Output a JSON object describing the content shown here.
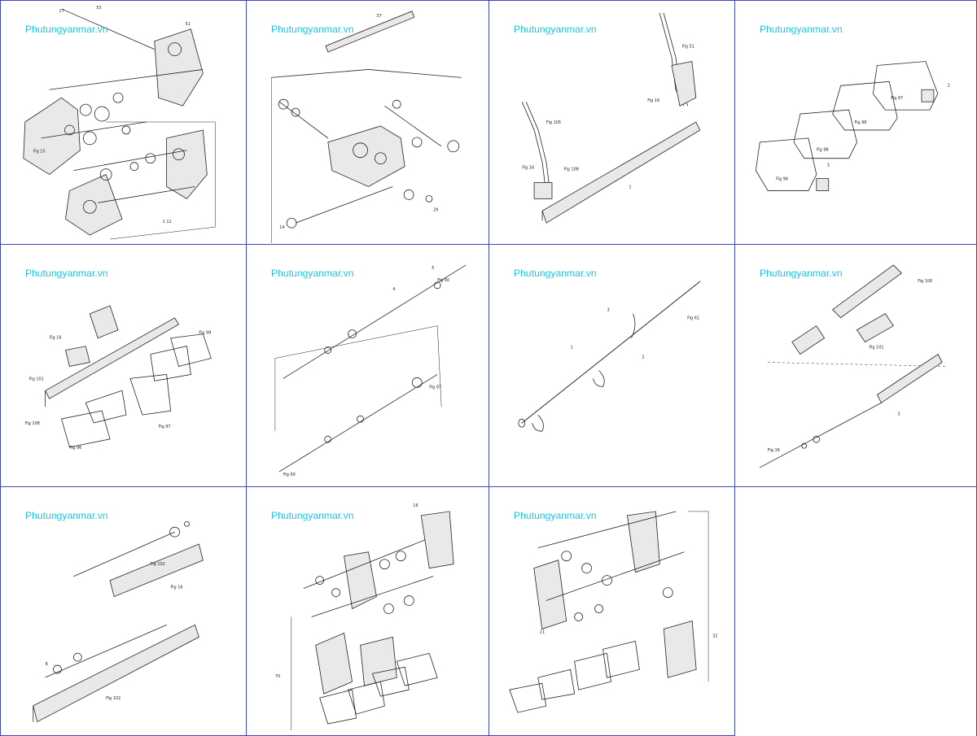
{
  "watermark": "Phutungyanmar.vn",
  "panels": [
    {
      "id": "p1",
      "watermark": "Phutungyanmar.vn"
    },
    {
      "id": "p2",
      "watermark": "Phutungyanmar.vn"
    },
    {
      "id": "p3",
      "watermark": "Phutungyanmar.vn"
    },
    {
      "id": "p4",
      "watermark": "Phutungyanmar.vn"
    },
    {
      "id": "p5",
      "watermark": "Phutungyanmar.vn"
    },
    {
      "id": "p6",
      "watermark": "Phutungyanmar.vn"
    },
    {
      "id": "p7",
      "watermark": "Phutungyanmar.vn"
    },
    {
      "id": "p8",
      "watermark": "Phutungyanmar.vn"
    },
    {
      "id": "p9",
      "watermark": "Phutungyanmar.vn"
    },
    {
      "id": "p10",
      "watermark": "Phutungyanmar.vn"
    },
    {
      "id": "p11",
      "watermark": "Phutungyanmar.vn"
    }
  ],
  "colors": {
    "grid_border": "#3a48b8",
    "watermark_text": "#19c6e6",
    "line_art": "#222222",
    "background": "#ffffff"
  }
}
